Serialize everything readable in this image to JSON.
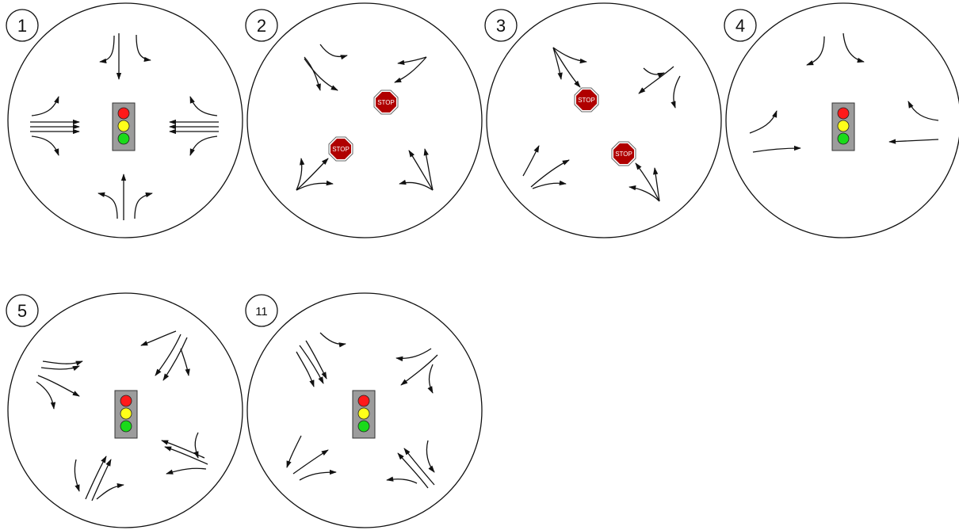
{
  "diagrams": [
    {
      "label": "1",
      "control": "traffic-light"
    },
    {
      "label": "2",
      "control": "stop-sign"
    },
    {
      "label": "3",
      "control": "stop-sign"
    },
    {
      "label": "4",
      "control": "traffic-light"
    },
    {
      "label": "5",
      "control": "traffic-light"
    },
    {
      "label": "11",
      "control": "traffic-light"
    }
  ],
  "stop_sign_text": "STOP",
  "colors": {
    "stroke": "#111111",
    "light_housing": "#9c9c9c",
    "light_red": "#ff1a1a",
    "light_yellow": "#ffff1a",
    "light_green": "#1adb1a",
    "stop_fill": "#b00000"
  }
}
